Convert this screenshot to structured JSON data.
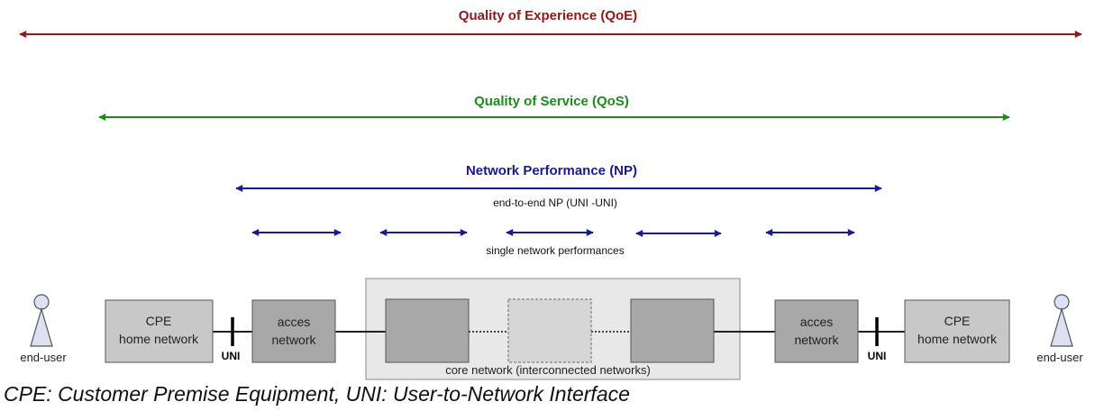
{
  "qoe": {
    "label": "Quality of Experience (QoE)",
    "color": "#8b1a1a"
  },
  "qos": {
    "label": "Quality of Service (QoS)",
    "color": "#1f8a1f"
  },
  "np": {
    "label": "Network Performance (NP)",
    "sublabel": "end-to-end NP (UNI -UNI)",
    "single_label": "single network performances",
    "color": "#1a1a8c"
  },
  "left": {
    "user_label": "end-user",
    "cpe_line1": "CPE",
    "cpe_line2": "home network",
    "uni_label": "UNI",
    "access_line1": "acces",
    "access_line2": "network"
  },
  "right": {
    "user_label": "end-user",
    "cpe_line1": "CPE",
    "cpe_line2": "home network",
    "uni_label": "UNI",
    "access_line1": "acces",
    "access_line2": "network"
  },
  "core": {
    "label": "core network (interconnected networks)"
  },
  "footnote": "CPE: Customer Premise Equipment, UNI: User-to-Network Interface",
  "colors": {
    "box_light": "#c8c8c8",
    "box_dark": "#a8a8a8",
    "core_bg": "#e8e8e8",
    "user_fill": "#dde0f0"
  }
}
